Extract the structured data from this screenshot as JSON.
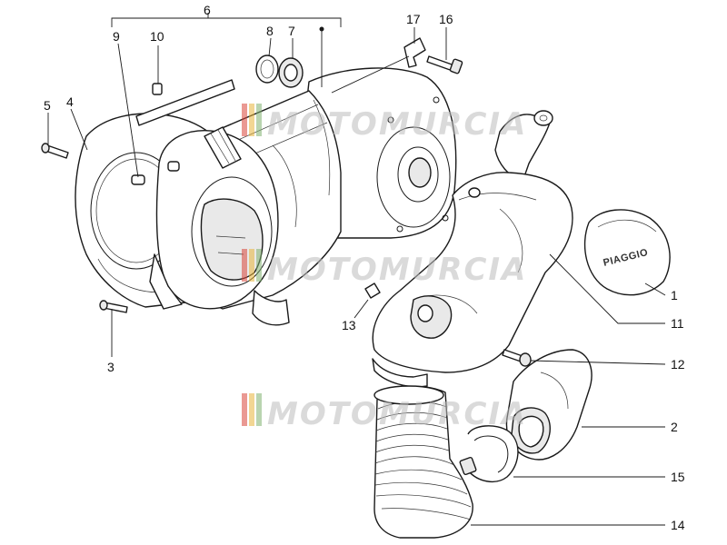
{
  "watermark": {
    "text": "MOTOMURCIA"
  },
  "cover_brand": "PIAGGIO",
  "callouts": {
    "c1": "1",
    "c2": "2",
    "c3": "3",
    "c4": "4",
    "c5": "5",
    "c6": "6",
    "c7": "7",
    "c8": "8",
    "c9": "9",
    "c10": "10",
    "c11": "11",
    "c12": "12",
    "c13": "13",
    "c14": "14",
    "c15": "15",
    "c16": "16",
    "c17": "17"
  },
  "colors": {
    "line": "#1a1a1a",
    "watermark_red": "#d8453a",
    "watermark_yellow": "#e7b53a",
    "watermark_green": "#7fb070"
  }
}
